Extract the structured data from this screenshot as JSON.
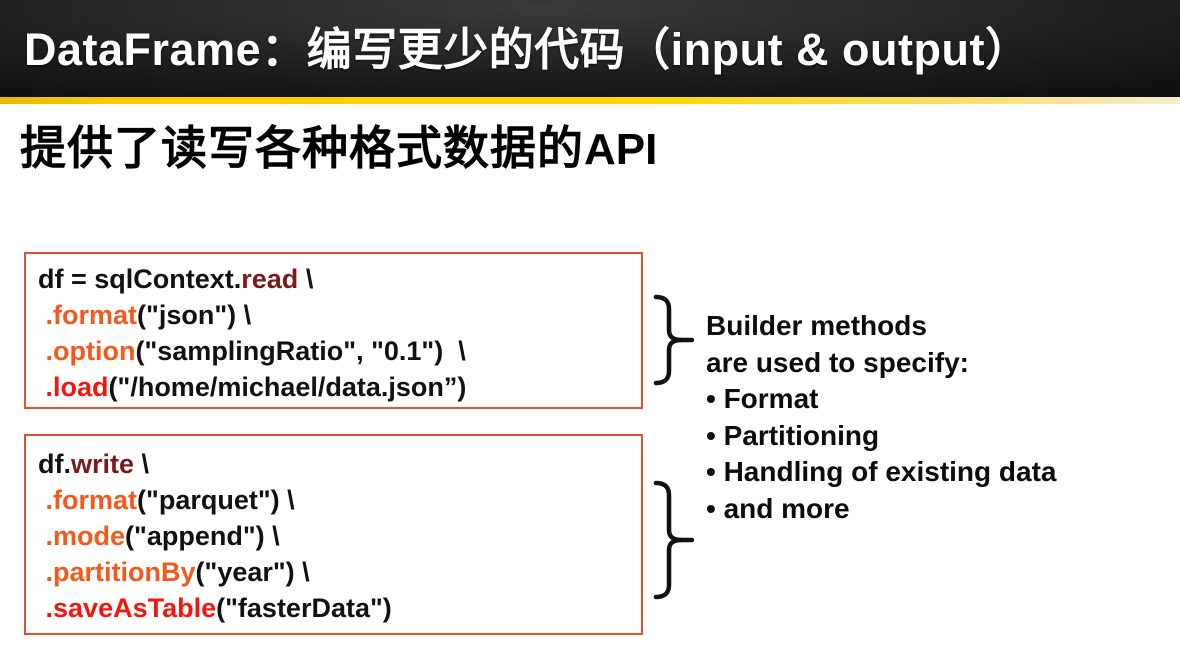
{
  "header": {
    "title": "DataFrame：编写更少的代码（input & output）"
  },
  "subtitle": {
    "zh": "提供了读写各种格式数据的",
    "en": "API"
  },
  "colors": {
    "black": "#111111",
    "maroon": "#7b1a1a",
    "orange": "#f4591c",
    "red": "#f6150c",
    "box_border": "#e84e30",
    "gold": "#ffd400",
    "gold_fade": "#f6eccd",
    "bar_background": "#0a0a0a",
    "title_text": "#ffffff"
  },
  "code_boxes": [
    {
      "name": "read-example",
      "lines": [
        [
          {
            "t": "df = sqlContext.",
            "c": "black"
          },
          {
            "t": "read",
            "c": "maroon"
          },
          {
            "t": " \\",
            "c": "black"
          }
        ],
        [
          {
            "t": " ",
            "c": "black"
          },
          {
            "t": ".format",
            "c": "orange"
          },
          {
            "t": "(\"json\") \\",
            "c": "black"
          }
        ],
        [
          {
            "t": " ",
            "c": "black"
          },
          {
            "t": ".option",
            "c": "orange"
          },
          {
            "t": "(\"samplingRatio\", \"0.1\")  \\",
            "c": "black"
          }
        ],
        [
          {
            "t": " ",
            "c": "black"
          },
          {
            "t": ".load",
            "c": "red"
          },
          {
            "t": "(\"/home/michael/data.json”)",
            "c": "black"
          }
        ]
      ]
    },
    {
      "name": "write-example",
      "lines": [
        [
          {
            "t": "df.",
            "c": "black"
          },
          {
            "t": "write",
            "c": "maroon"
          },
          {
            "t": " \\",
            "c": "black"
          }
        ],
        [
          {
            "t": " ",
            "c": "black"
          },
          {
            "t": ".format",
            "c": "orange"
          },
          {
            "t": "(\"parquet\") \\",
            "c": "black"
          }
        ],
        [
          {
            "t": " ",
            "c": "black"
          },
          {
            "t": ".mode",
            "c": "orange"
          },
          {
            "t": "(\"append\") \\",
            "c": "black"
          }
        ],
        [
          {
            "t": " ",
            "c": "black"
          },
          {
            "t": ".partitionBy",
            "c": "orange"
          },
          {
            "t": "(\"year\") \\",
            "c": "black"
          }
        ],
        [
          {
            "t": " ",
            "c": "black"
          },
          {
            "t": ".saveAsTable",
            "c": "red"
          },
          {
            "t": "(\"fasterData\")",
            "c": "black"
          }
        ]
      ]
    }
  ],
  "right_panel": {
    "bullet_char": "•",
    "lines": [
      {
        "bullet": false,
        "text": "Builder methods"
      },
      {
        "bullet": false,
        "text": "are used to specify:"
      },
      {
        "bullet": true,
        "text": "Format"
      },
      {
        "bullet": true,
        "text": "Partitioning"
      },
      {
        "bullet": true,
        "text": "Handling of existing data"
      },
      {
        "bullet": true,
        "text": "and more"
      }
    ]
  }
}
